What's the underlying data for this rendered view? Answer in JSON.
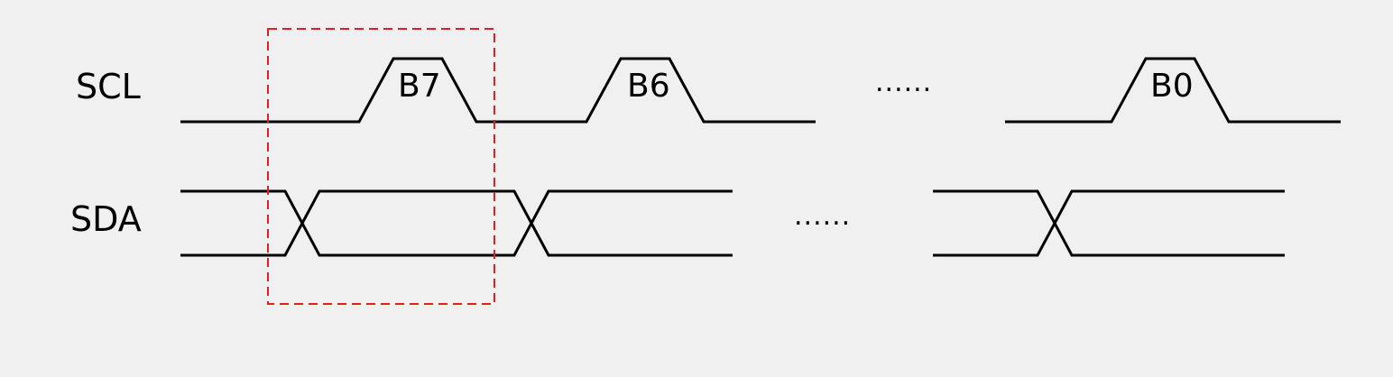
{
  "signals": {
    "scl_label": "SCL",
    "sda_label": "SDA"
  },
  "bits": [
    {
      "label": "B7"
    },
    {
      "label": "B6"
    },
    {
      "label": "B0"
    }
  ],
  "ellipsis": {
    "scl": "......",
    "sda": "......"
  },
  "colors": {
    "background": "#f0f0f0",
    "line": "#000000",
    "highlight": "#e02020"
  }
}
